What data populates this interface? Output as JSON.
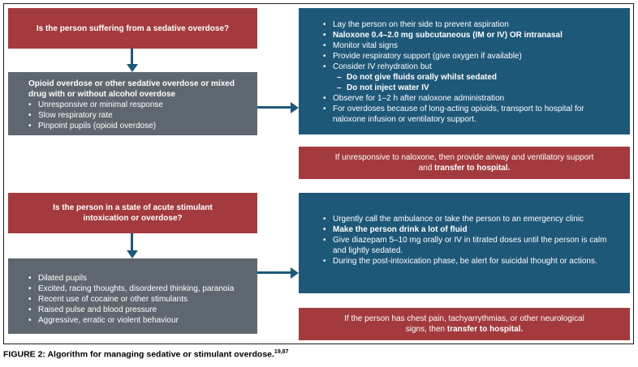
{
  "colors": {
    "red": "#A33B3E",
    "blue": "#1E5878",
    "gray": "#5E676F",
    "arrow": "#1E5878",
    "border": "#1C1C1C"
  },
  "sedative": {
    "question": "Is the person suffering from a sedative overdose?",
    "presentation": {
      "heading": "Opioid overdose or other sedative overdose or mixed drug with or without alcohol overdose",
      "items": [
        {
          "marker": "•",
          "indent": 0,
          "segments": [
            {
              "t": "Unresponsive or minimal response",
              "b": false
            }
          ]
        },
        {
          "marker": "•",
          "indent": 0,
          "segments": [
            {
              "t": "Slow respiratory rate",
              "b": false
            }
          ]
        },
        {
          "marker": "•",
          "indent": 0,
          "segments": [
            {
              "t": "Pinpoint pupils (opioid overdose)",
              "b": false
            }
          ]
        }
      ]
    },
    "management": {
      "items": [
        {
          "marker": "•",
          "indent": 0,
          "segments": [
            {
              "t": "Lay the person on their side to prevent aspiration",
              "b": false
            }
          ]
        },
        {
          "marker": "•",
          "indent": 0,
          "segments": [
            {
              "t": "Naloxone 0.4–2.0 mg subcutaneous (IM or IV) OR intranasal",
              "b": true
            }
          ]
        },
        {
          "marker": "•",
          "indent": 0,
          "segments": [
            {
              "t": "Monitor vital signs",
              "b": false
            }
          ]
        },
        {
          "marker": "•",
          "indent": 0,
          "segments": [
            {
              "t": "Provide respiratory support (give oxygen if available)",
              "b": false
            }
          ]
        },
        {
          "marker": "•",
          "indent": 0,
          "segments": [
            {
              "t": "Consider IV rehydration but",
              "b": false
            }
          ]
        },
        {
          "marker": "–",
          "indent": 1,
          "segments": [
            {
              "t": "Do not give fluids orally whilst sedated",
              "b": true
            }
          ]
        },
        {
          "marker": "–",
          "indent": 1,
          "segments": [
            {
              "t": "Do not inject water IV",
              "b": true
            }
          ]
        },
        {
          "marker": "•",
          "indent": 0,
          "segments": [
            {
              "t": "Observe for 1–2 h after naloxone administration",
              "b": false
            }
          ]
        },
        {
          "marker": "•",
          "indent": 0,
          "segments": [
            {
              "t": "For overdoses because of long-acting opioids, transport to hospital for naloxone infusion or ventilatory support.",
              "b": false
            }
          ]
        }
      ]
    },
    "escalation": {
      "regular": "If unresponsive to naloxone, then provide airway and ventilatory support and ",
      "bold": "transfer to hospital."
    }
  },
  "stimulant": {
    "question": "Is the person in a state of acute stimulant intoxication or overdose?",
    "presentation": {
      "items": [
        {
          "marker": "•",
          "indent": 0,
          "segments": [
            {
              "t": "Dilated pupils",
              "b": false
            }
          ]
        },
        {
          "marker": "•",
          "indent": 0,
          "segments": [
            {
              "t": "Excited, racing thoughts, disordered thinking, paranoia",
              "b": false
            }
          ]
        },
        {
          "marker": "•",
          "indent": 0,
          "segments": [
            {
              "t": "Recent use of cocaine or other stimulants",
              "b": false
            }
          ]
        },
        {
          "marker": "•",
          "indent": 0,
          "segments": [
            {
              "t": "Raised pulse and blood pressure",
              "b": false
            }
          ]
        },
        {
          "marker": "•",
          "indent": 0,
          "segments": [
            {
              "t": "Aggressive, erratic or violent behaviour",
              "b": false
            }
          ]
        }
      ]
    },
    "management": {
      "items": [
        {
          "marker": "•",
          "indent": 0,
          "segments": [
            {
              "t": "Urgently call the ambulance or take the person to an emergency clinic",
              "b": false
            }
          ]
        },
        {
          "marker": "•",
          "indent": 0,
          "segments": [
            {
              "t": "Make the person drink a lot of fluid",
              "b": true
            }
          ]
        },
        {
          "marker": "•",
          "indent": 0,
          "segments": [
            {
              "t": "Give diazepam 5–10 mg orally or IV in titrated doses until the person is calm and lightly sedated.",
              "b": false
            }
          ]
        },
        {
          "marker": "•",
          "indent": 0,
          "segments": [
            {
              "t": "During the post-intoxication phase, be alert for suicidal thought or actions.",
              "b": false
            }
          ]
        }
      ]
    },
    "escalation": {
      "regular": "If the person has chest pain, tachyarrythmias, or other neurological signs, then ",
      "bold": "transfer to hospital."
    }
  },
  "caption": {
    "label": "FIGURE 2:",
    "text": " Algorithm for managing sedative or stimulant overdose.",
    "refs": "19,87"
  }
}
